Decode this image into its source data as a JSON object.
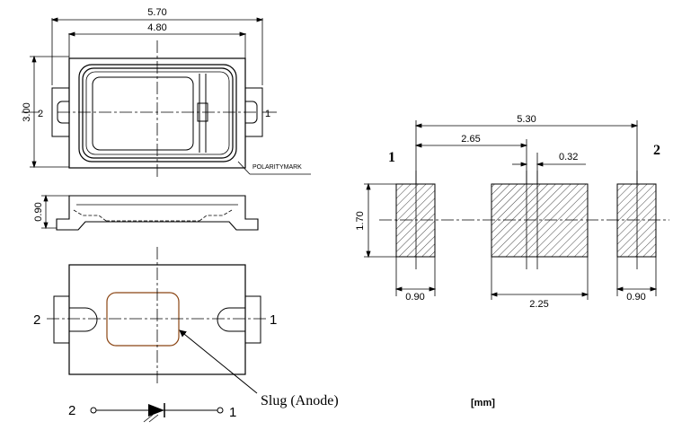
{
  "colors": {
    "line": "#000000",
    "slug": "#8B4513",
    "hatch": "#444444",
    "background": "#ffffff"
  },
  "top_view": {
    "width_outer": "5.70",
    "width_inner": "4.80",
    "height": "3.00",
    "pin_left": "2",
    "pin_right": "1",
    "polarity_label": "POLARITYMARK"
  },
  "side_view": {
    "height": "0.90"
  },
  "bottom_view": {
    "pin_left": "2",
    "pin_right": "1",
    "slug_label": "Slug (Anode)"
  },
  "symbol": {
    "pin_left": "2",
    "pin_right": "1",
    "icon": "led-diode-icon"
  },
  "footprint": {
    "pin_left": "1",
    "pin_right": "2",
    "total_width": "5.30",
    "half_width": "2.65",
    "offset": "0.32",
    "pad_height": "1.70",
    "pad_small_width_left": "0.90",
    "pad_center_width": "2.25",
    "pad_small_width_right": "0.90"
  },
  "unit": "[mm]"
}
